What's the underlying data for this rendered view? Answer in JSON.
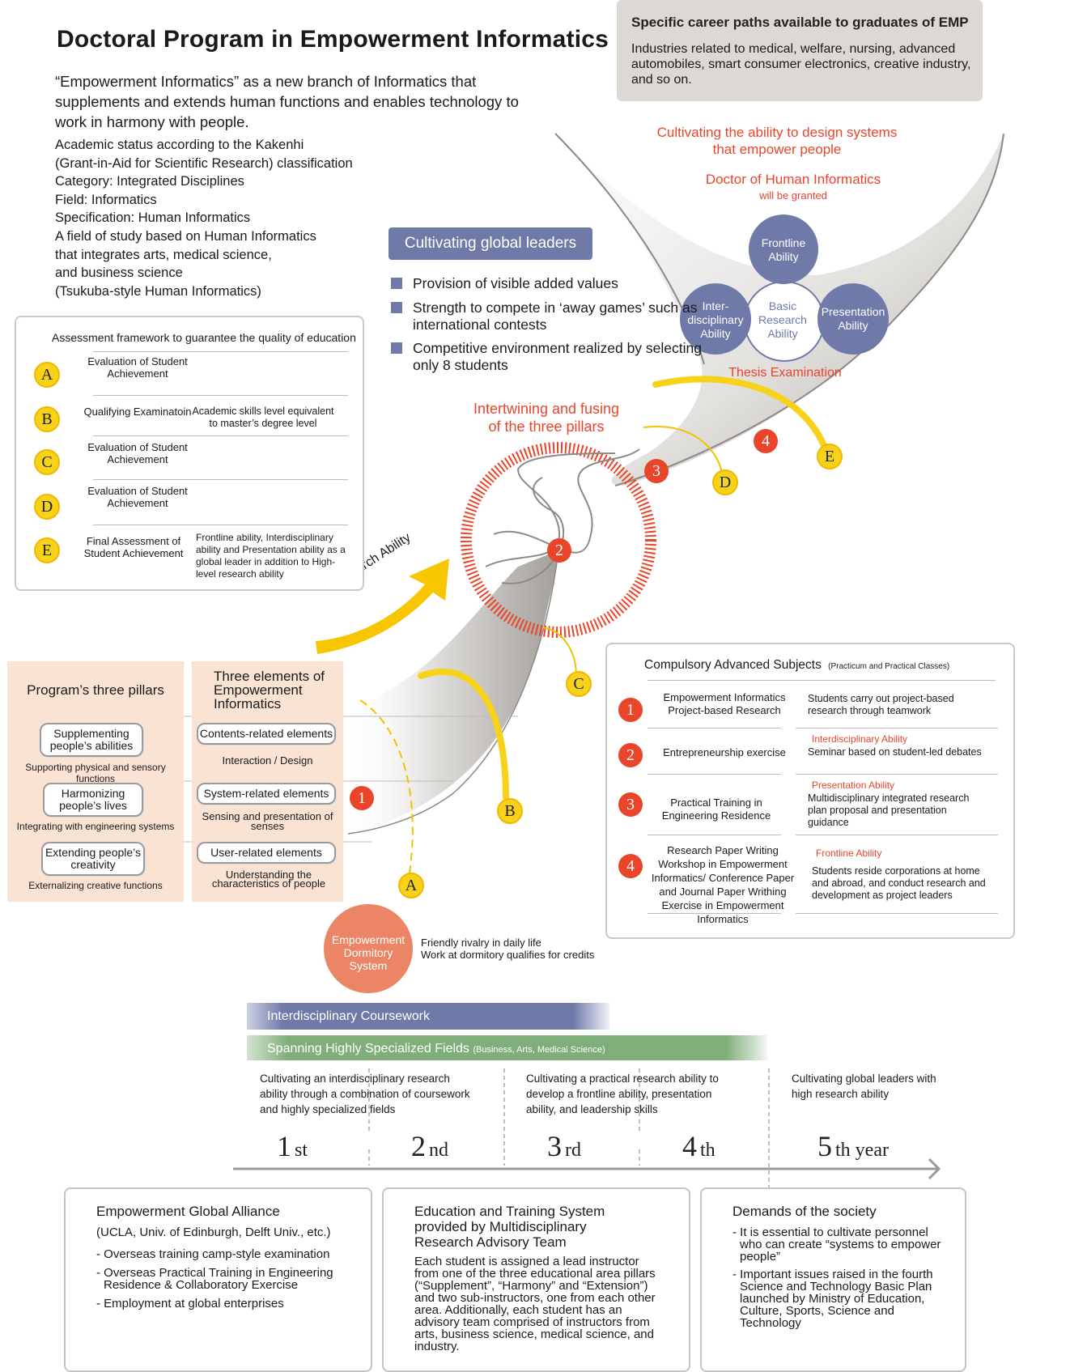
{
  "header": {
    "title": "Doctoral Program in Empowerment Informatics",
    "intro": "“Empowerment Informatics” as a new branch of Informatics that supplements and extends human functions and enables technology to work in harmony with people.",
    "kakenhi": [
      "Academic status according to the Kakenhi",
      "(Grant-in-Aid for Scientific Research) classification",
      "Category: Integrated Disciplines",
      "Field: Informatics",
      "Specification: Human Informatics",
      "A field of study based on Human Informatics",
      "that integrates arts, medical science,",
      "and business science",
      "(Tsukuba-style Human Informatics)"
    ]
  },
  "career": {
    "heading": "Specific career paths available to graduates of EMP",
    "body": "Industries related to medical, welfare, nursing, advanced automobiles, smart consumer electronics, creative industry, and so on."
  },
  "top_right": {
    "cultivating": [
      "Cultivating the ability to design systems",
      "that empower people"
    ],
    "doctor": "Doctor of Human Informatics",
    "granted": "will be granted",
    "abilities": {
      "frontline": [
        "Frontline",
        "Ability"
      ],
      "interdisciplinary": [
        "Inter-",
        "disciplinary",
        "Ability"
      ],
      "basic": [
        "Basic",
        "Research",
        "Ability"
      ],
      "presentation": [
        "Presentation",
        "Ability"
      ]
    },
    "thesis": "Thesis Examination"
  },
  "global_leaders": {
    "heading": "Cultivating global leaders",
    "bullets": [
      "Provision of visible added values",
      "Strength to compete in ‘away games’ such as international contests",
      "Competitive environment realized by selecting only 8 students"
    ]
  },
  "intertwining": [
    "Intertwining and fusing",
    "of the three pillars"
  ],
  "research_ability": "Research Ability",
  "assessment": {
    "heading": "Assessment framework to guarantee the quality of education",
    "rows": [
      {
        "letter": "A",
        "name": "Evaluation of Student Achievement",
        "desc": ""
      },
      {
        "letter": "B",
        "name": "Qualifying Examinatoin",
        "desc": "Academic skills level equivalent to master’s degree level"
      },
      {
        "letter": "C",
        "name": "Evaluation of Student Achievement",
        "desc": ""
      },
      {
        "letter": "D",
        "name": "Evaluation of Student Achievement",
        "desc": ""
      },
      {
        "letter": "E",
        "name": "Final Assessment of Student Achievement",
        "desc": "Frontline ability, Interdisciplinary ability and Presentation ability as a global leader in addition to High-level research ability"
      }
    ]
  },
  "pillars": {
    "heading": "Program’s three pillars",
    "items": [
      {
        "name": "Supplementing people’s abilities",
        "desc": "Supporting physical and sensory functions"
      },
      {
        "name": "Harmonizing people’s lives",
        "desc": "Integrating with engineering systems"
      },
      {
        "name": "Extending people’s creativity",
        "desc": "Externalizing creative functions"
      }
    ]
  },
  "elements": {
    "heading": "Three elements of Empowerment Informatics",
    "items": [
      {
        "name": "Contents-related elements",
        "desc": "Interaction / Design"
      },
      {
        "name": "System-related elements",
        "desc": "Sensing and presentation of senses"
      },
      {
        "name": "User-related elements",
        "desc": "Understanding the characteristics of people"
      }
    ]
  },
  "path_markers": {
    "letters": [
      "A",
      "B",
      "C",
      "D",
      "E"
    ],
    "numbers": [
      "1",
      "2",
      "3",
      "4"
    ]
  },
  "dormitory": {
    "name": "Empowerment Dormitory System",
    "notes": [
      "Friendly rivalry in daily life",
      "Work at dormitory qualifies for credits"
    ]
  },
  "subjects": {
    "heading": "Compulsory Advanced Subjects",
    "sub": "(Practicum and Practical Classes)",
    "rows": [
      {
        "num": "1",
        "name": "Empowerment Informatics Project-based Research",
        "ability": "",
        "desc": "Students carry out project-based research through teamwork"
      },
      {
        "num": "2",
        "name": "Entrepreneurship exercise",
        "ability": "Interdisciplinary Ability",
        "desc": "Seminar based on student-led debates"
      },
      {
        "num": "3",
        "name": "Practical Training in Engineering Residence",
        "ability": "Presentation Ability",
        "desc": "Multidisciplinary integrated research plan proposal and presentation guidance"
      },
      {
        "num": "4",
        "name": "Research Paper Writing Workshop in Empowerment Informatics/ Conference Paper and Journal Paper Writhing Exercise in Empowerment Informatics",
        "ability": "Frontline Ability",
        "desc": "Students reside corporations at home and abroad, and conduct research and development as project leaders"
      }
    ]
  },
  "coursework": {
    "bar1": "Interdisciplinary Coursework",
    "bar2": "Spanning Highly Specialized Fields",
    "bar2_sub": "(Business, Arts, Medical Science)",
    "colors": {
      "bar1": "#6f7aa9",
      "bar2": "#7fae7a"
    }
  },
  "timeline": {
    "phases": [
      "Cultivating an interdisciplinary research ability through a combination of coursework and highly specialized fields",
      "Cultivating a practical research ability to develop a frontline ability, presentation ability, and leadership skills",
      "Cultivating global leaders with high research ability"
    ],
    "years": [
      {
        "n": "1",
        "suffix": "st"
      },
      {
        "n": "2",
        "suffix": "nd"
      },
      {
        "n": "3",
        "suffix": "rd"
      },
      {
        "n": "4",
        "suffix": "th"
      },
      {
        "n": "5",
        "suffix": "th year"
      }
    ]
  },
  "bottom": {
    "alliance": {
      "heading": "Empowerment Global Alliance",
      "sub": "(UCLA, Univ. of Edinburgh, Delft Univ., etc.)",
      "items": [
        "- Overseas training camp-style examination",
        "- Overseas Practical Training in Engineering Residence & Collaboratory Exercise",
        "- Employment at global enterprises"
      ]
    },
    "education": {
      "heading": "Education and Training System provided by Multidisciplinary Research Advisory Team",
      "body": "Each student is assigned a lead instructor from one of the three educational area pillars (“Supplement”, “Harmony” and “Extension”) and two sub-instructors, one from each other area. Additionally, each student has an advisory team comprised of instructors from arts, business science, medical science, and industry."
    },
    "demands": {
      "heading": "Demands of the society",
      "items": [
        "- It is essential to cultivate personnel who can create “systems to empower people”",
        "- Important issues raised in the fourth Science and Technology Basic Plan launched by Ministry of Education, Culture, Sports, Science and Technology"
      ]
    }
  },
  "colors": {
    "accent_red": "#e8452b",
    "yellow": "#f7d21a",
    "blue": "#6f7aa9",
    "salmon": "#fbe3d4",
    "dormitory": "#ec8565"
  }
}
